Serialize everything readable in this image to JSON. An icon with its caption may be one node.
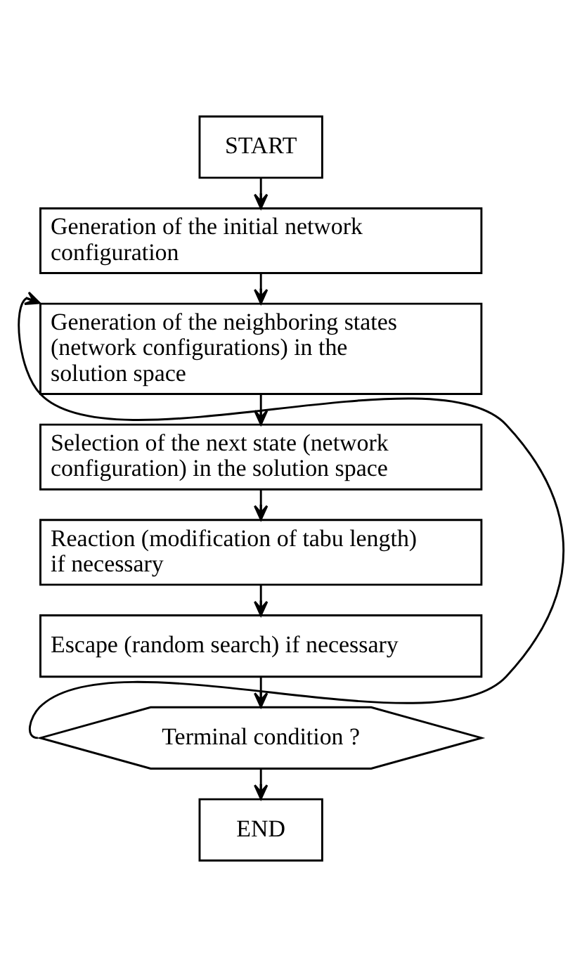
{
  "diagram": {
    "nodes": [
      {
        "text": [
          "START"
        ]
      },
      {
        "text": [
          "Generation of the initial network configuration"
        ]
      },
      {
        "text": [
          "Generation of the neighboring states (network configurations) in the solution space"
        ]
      },
      {
        "text": [
          "Selection of the next state (network configuration) in the solution space"
        ]
      },
      {
        "text": [
          "Reaction (modification of tabu length) if necessary"
        ]
      },
      {
        "text": [
          "Escape (random search) if necessary"
        ]
      },
      {
        "text": [
          "Terminal condition ?"
        ]
      },
      {
        "text": [
          "END"
        ]
      }
    ],
    "edges": [
      {
        "from": 0,
        "to": 1,
        "arrow": "to"
      },
      {
        "from": 1,
        "to": 2,
        "arrow": "to"
      },
      {
        "from": 2,
        "to": 3,
        "arrow": "to"
      },
      {
        "from": 3,
        "to": 4,
        "arrow": "to"
      },
      {
        "from": 4,
        "to": 5,
        "arrow": "to"
      },
      {
        "from": 5,
        "to": 6,
        "arrow": "to"
      },
      {
        "from": 6,
        "to": 7,
        "arrow": "to"
      },
      {
        "from": 6,
        "to": 2,
        "arrow": "to"
      }
    ]
  }
}
